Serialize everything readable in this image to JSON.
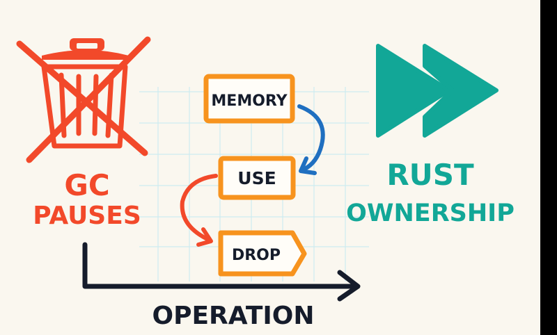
{
  "colors": {
    "background": "#FAF7EF",
    "gc_red": "#F2492A",
    "rust_teal": "#12A797",
    "box_orange": "#F7931E",
    "ink_dark": "#151C2B",
    "arrow_blue": "#1F6FC0",
    "grid": "#CDEBF0"
  },
  "left": {
    "icon": "crossed-out-trash-can-icon",
    "line1": "GC",
    "line2": "PAUSES"
  },
  "right": {
    "icon": "fast-forward-icon",
    "line1": "RUST",
    "line2": "OWNERSHIP"
  },
  "flow": {
    "steps": [
      {
        "label": "MEMORY"
      },
      {
        "label": "USE"
      },
      {
        "label": "DROP"
      }
    ]
  },
  "axis": {
    "label": "OPERATION"
  }
}
